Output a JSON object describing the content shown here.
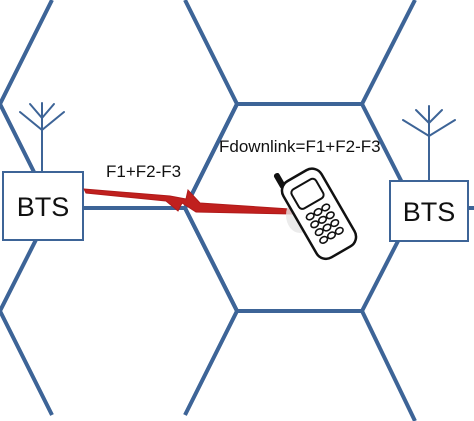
{
  "diagram": {
    "colors": {
      "cell_edge": "#3d6497",
      "signal": "#c0201e",
      "text": "#111111",
      "background": "#ffffff"
    },
    "left_station": {
      "label": "BTS",
      "icon": "antenna-icon"
    },
    "right_station": {
      "label": "BTS",
      "icon": "antenna-icon"
    },
    "uplink_label": "F1+F2-F3",
    "downlink_label": "Fdownlink=F1+F2-F3",
    "mobile": {
      "icon": "mobile-phone-icon"
    }
  }
}
